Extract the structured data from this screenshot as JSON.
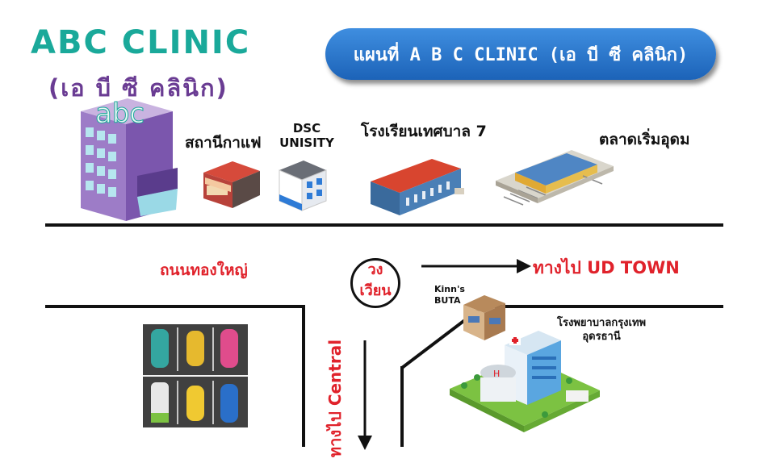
{
  "brand": {
    "title": "ABC CLINIC",
    "subtitle": "(เอ บี ซี คลินิก)",
    "logo_text": "abc"
  },
  "map_title": "แผนที่ A B C CLINIC (เอ บี ซี คลินิก)",
  "landmarks": {
    "cafe": "สถานีกาแฟ",
    "dsc": "DSC\nUNISITY",
    "school": "โรงเรียนเทศบาล 7",
    "market": "ตลาดเริ่มอุดม",
    "kinns": "Kinn's\nBUTA",
    "hospital": "โรงพยาบาลกรุงเทพ\nอุดรธานี"
  },
  "roads": {
    "main_road": "ถนนทองใหญ่",
    "roundabout": "วง\nเวียน",
    "to_ud_town": "ทางไป UD TOWN",
    "to_central": "ทางไป Central"
  },
  "colors": {
    "teal": "#1aa99a",
    "purple": "#6a3c93",
    "pill_blue": "#2a74cc",
    "road_red": "#e0222b"
  }
}
